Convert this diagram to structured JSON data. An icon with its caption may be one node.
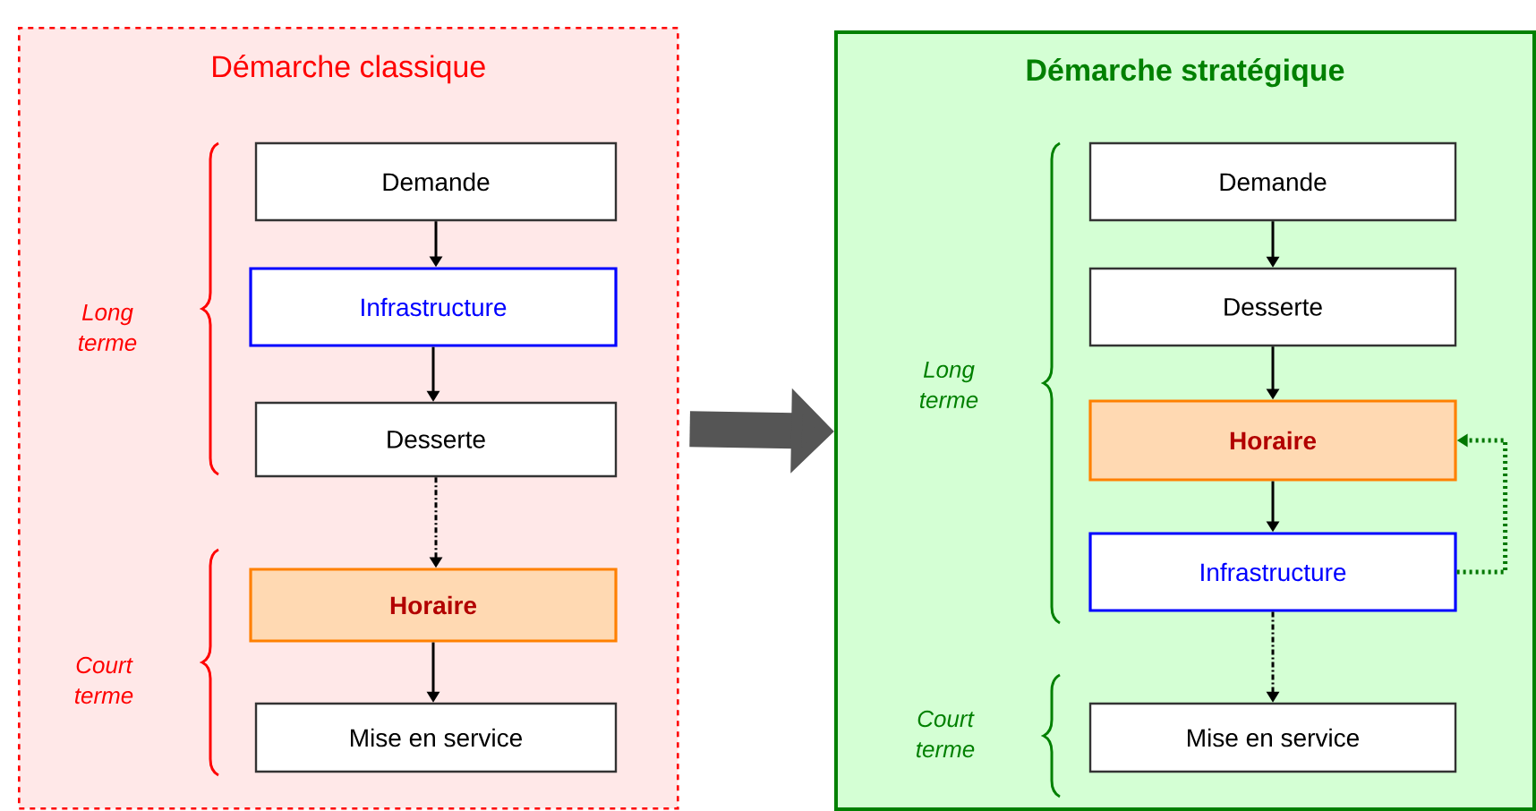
{
  "diagram": {
    "nodes": [
      {
        "text": [
          "Démarche classique"
        ]
      },
      {
        "text": [
          "Demande"
        ],
        "in": 0
      },
      {
        "text": [
          "Infrastructure"
        ],
        "in": 0
      },
      {
        "text": [
          "Desserte"
        ],
        "in": 0
      },
      {
        "text": [
          "Horaire"
        ],
        "in": 0
      },
      {
        "text": [
          "Mise en service"
        ],
        "in": 0
      },
      {
        "text": [
          "Démarche stratégique"
        ]
      },
      {
        "text": [
          "Demande"
        ],
        "in": 6
      },
      {
        "text": [
          "Desserte"
        ],
        "in": 6
      },
      {
        "text": [
          "Horaire"
        ],
        "in": 6
      },
      {
        "text": [
          "Infrastructure"
        ],
        "in": 6
      },
      {
        "text": [
          "Mise en service"
        ],
        "in": 6
      }
    ],
    "edges": [
      {
        "from": 0,
        "to": 6,
        "arrow": "to",
        "style": "thick",
        "color": "#555555"
      },
      {
        "from": 1,
        "to": 2,
        "arrow": "to"
      },
      {
        "from": 2,
        "to": 3,
        "arrow": "to"
      },
      {
        "from": 3,
        "to": 4,
        "arrow": "to",
        "style": "dashed"
      },
      {
        "from": 4,
        "to": 5,
        "arrow": "to"
      },
      {
        "from": 7,
        "to": 8,
        "arrow": "to"
      },
      {
        "from": 8,
        "to": 9,
        "arrow": "to"
      },
      {
        "from": 9,
        "to": 10,
        "arrow": "to"
      },
      {
        "from": 10,
        "to": 11,
        "arrow": "to",
        "style": "dashed"
      },
      {
        "from": 10,
        "to": 9,
        "arrow": "to",
        "style": "dashed",
        "color": "#007700"
      }
    ],
    "labels": [
      "Long terme",
      "Court terme",
      "Long terme",
      "Court terme"
    ]
  }
}
